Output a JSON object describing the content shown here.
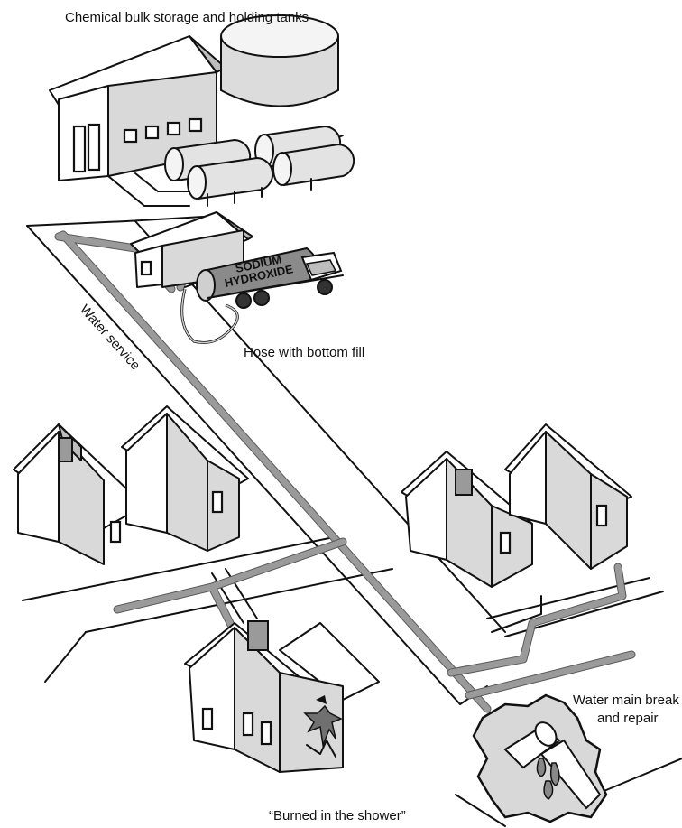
{
  "labels": {
    "storage": "Chemical bulk storage and holding tanks",
    "water_service": "Water service",
    "hose": "Hose with bottom fill",
    "main_break_line1": "Water main break",
    "main_break_line2": "and repair",
    "burned": "“Burned in the shower”",
    "tanker_line1": "SODIUM",
    "tanker_line2": "HYDROXIDE"
  }
}
